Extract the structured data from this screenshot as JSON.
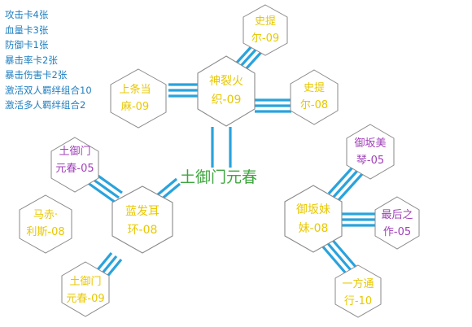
{
  "bonus_list": [
    "攻击卡4张",
    "血量卡3张",
    "防御卡1张",
    "暴击率卡2张",
    "暴击伤害卡2张",
    "激活双人羁绊组合10",
    "激活多人羁绊组合2"
  ],
  "team_title": "土御门元春",
  "colors": {
    "link": "#29a3dd",
    "card_yellow": "#e8c800",
    "card_purple": "#a040b8",
    "list_blue": "#1f7fc0",
    "title_green": "#3fa63f"
  },
  "cards": {
    "center_main": {
      "line1": "神裂火",
      "line2": "织-09"
    },
    "top_right": {
      "line1": "史提",
      "line2": "尔-09"
    },
    "left_mid": {
      "line1": "上条当",
      "line2": "麻-09"
    },
    "right_mid": {
      "line1": "史提",
      "line2": "尔-08"
    },
    "motoharu_05": {
      "line1": "土御门",
      "line2": "元春-05"
    },
    "blue_hair": {
      "line1": "蓝发耳",
      "line2": "环-08"
    },
    "matsuri": {
      "line1": "马赤·",
      "line2": "利斯-08"
    },
    "motoharu_09": {
      "line1": "土御门",
      "line2": "元春-09"
    },
    "misaka_imouto": {
      "line1": "御坂妹",
      "line2": "妹-08"
    },
    "misaka_mikoto": {
      "line1": "御坂美",
      "line2": "琴-05"
    },
    "last_order": {
      "line1": "最后之",
      "line2": "作-05"
    },
    "accelerator": {
      "line1": "一方通",
      "line2": "行-10"
    }
  }
}
